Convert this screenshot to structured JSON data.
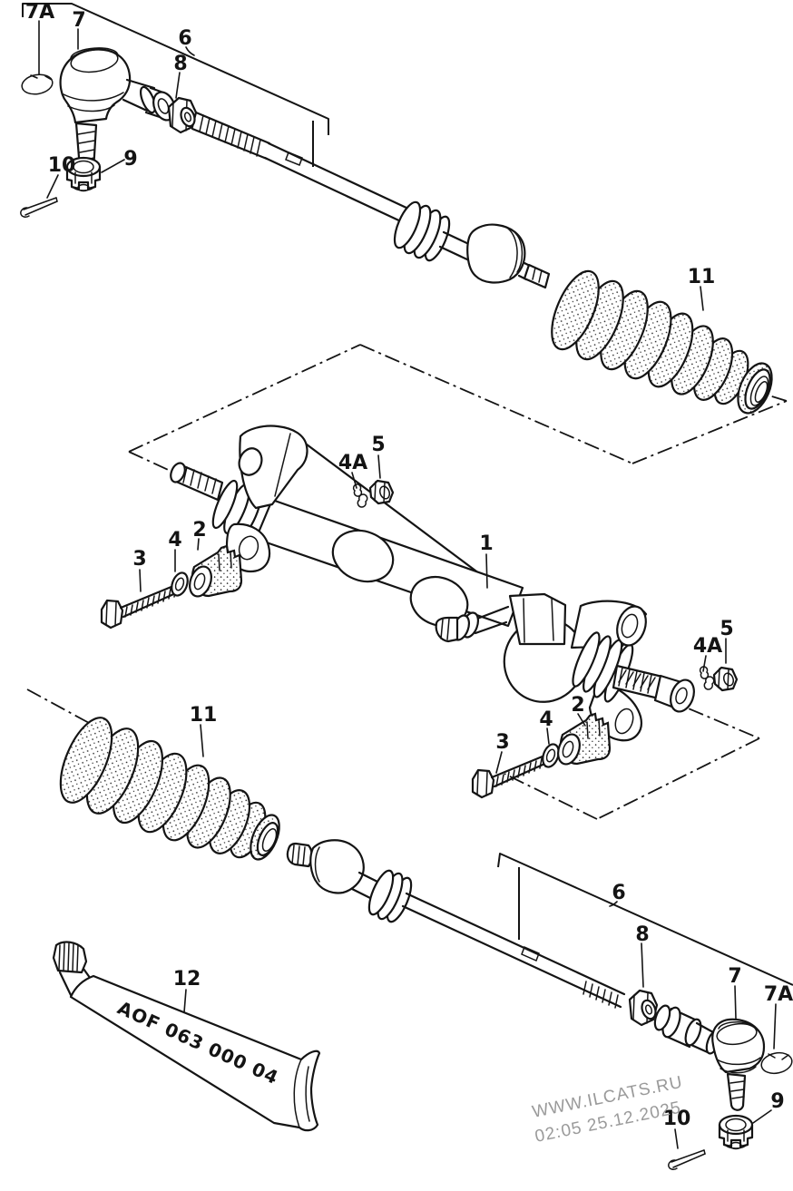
{
  "diagram": {
    "background": "#ffffff",
    "line_color": "#141414",
    "watermark_color": "#9a9a9a",
    "watermark": {
      "site": "WWW.ILCATS.RU",
      "timestamp": "02:05 25.12.2025"
    },
    "grease_tube_label": "AOF 063 000 04",
    "callouts": [
      {
        "id": "7A-top",
        "text": "7A"
      },
      {
        "id": "7-top",
        "text": "7"
      },
      {
        "id": "6-top",
        "text": "6"
      },
      {
        "id": "8-top",
        "text": "8"
      },
      {
        "id": "9-top",
        "text": "9"
      },
      {
        "id": "10-top",
        "text": "10"
      },
      {
        "id": "11-top",
        "text": "11"
      },
      {
        "id": "4A-left",
        "text": "4A"
      },
      {
        "id": "5-left",
        "text": "5"
      },
      {
        "id": "1",
        "text": "1"
      },
      {
        "id": "2-left",
        "text": "2"
      },
      {
        "id": "4-left",
        "text": "4"
      },
      {
        "id": "3-left",
        "text": "3"
      },
      {
        "id": "4A-right",
        "text": "4A"
      },
      {
        "id": "5-right",
        "text": "5"
      },
      {
        "id": "2-right",
        "text": "2"
      },
      {
        "id": "4-right",
        "text": "4"
      },
      {
        "id": "3-right",
        "text": "3"
      },
      {
        "id": "11-bottom",
        "text": "11"
      },
      {
        "id": "6-bottom",
        "text": "6"
      },
      {
        "id": "8-bottom",
        "text": "8"
      },
      {
        "id": "7-bottom",
        "text": "7"
      },
      {
        "id": "7A-bottom",
        "text": "7A"
      },
      {
        "id": "9-bottom",
        "text": "9"
      },
      {
        "id": "10-bottom",
        "text": "10"
      },
      {
        "id": "12",
        "text": "12"
      }
    ]
  }
}
